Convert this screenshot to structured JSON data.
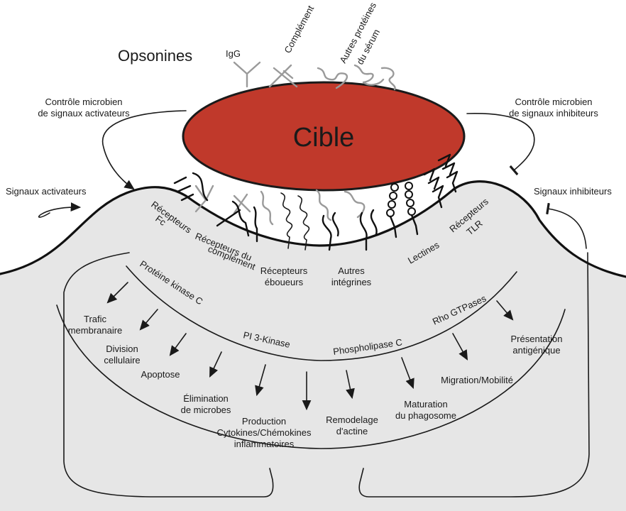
{
  "target": {
    "label": "Cible",
    "color": "#c0392b"
  },
  "opsonins": {
    "title": "Opsonines",
    "igg": "IgG",
    "complement": "Complément",
    "other_line1": "Autres protéines",
    "other_line2": "du sérum"
  },
  "control_activating": {
    "line1": "Contrôle microbien",
    "line2": "de signaux activateurs"
  },
  "control_inhibitory": {
    "line1": "Contrôle microbien",
    "line2": "de signaux inhibiteurs"
  },
  "signals_activating": "Signaux activateurs",
  "signals_inhibitory": "Signaux inhibiteurs",
  "receptors": {
    "fc_line1": "Récepteurs",
    "fc_line2": "Fc",
    "complement_line1": "Récepteurs du",
    "complement_line2": "complément",
    "scavenger_line1": "Récepteurs",
    "scavenger_line2": "éboueurs",
    "integrins_line1": "Autres",
    "integrins_line2": "intégrines",
    "lectins": "Lectines",
    "tlr_line1": "Récepteurs",
    "tlr_line2": "TLR"
  },
  "kinases": {
    "pkc": "Protéine kinase C",
    "pi3k": "PI 3-Kinase",
    "plc": "Phospholipase C",
    "rho": "Rho GTPases"
  },
  "outcomes": {
    "traffic_line1": "Trafic",
    "traffic_line2": "membranaire",
    "division_line1": "Division",
    "division_line2": "cellulaire",
    "apoptosis": "Apoptose",
    "elimination_line1": "Élimination",
    "elimination_line2": "de microbes",
    "production_line1": "Production",
    "production_line2": "Cytokines/Chémokines",
    "production_line3": "inflammatoires",
    "actin_line1": "Remodelage",
    "actin_line2": "d'actine",
    "maturation_line1": "Maturation",
    "maturation_line2": "du phagosome",
    "migration": "Migration/Mobilité",
    "presentation_line1": "Présentation",
    "presentation_line2": "antigénique"
  }
}
